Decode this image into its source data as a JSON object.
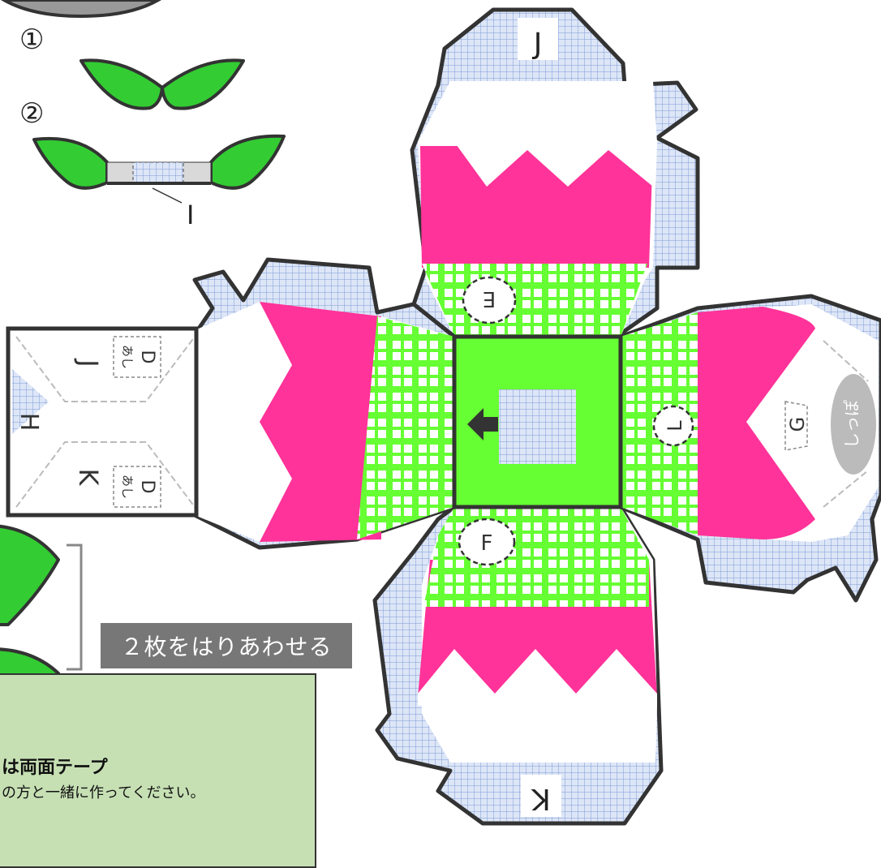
{
  "steps": {
    "step1": "①",
    "step2": "②"
  },
  "labels": {
    "tab_j": "J",
    "tab_k_bottom": "K",
    "glue_i": "I",
    "glue_h": "H",
    "glue_j_side": "J",
    "glue_k_side": "K",
    "leg_d1": "あし",
    "leg_d1_letter": "D",
    "leg_d2": "あし",
    "leg_d2_letter": "D",
    "circle_e": "E",
    "circle_f": "F",
    "circle_l": "L",
    "glue_g": "G",
    "tail": "しっぽ"
  },
  "banner_text": "２枚をはりあわせる",
  "note": {
    "title": "は両面テープ",
    "body": "の方と一緒に作ってください。"
  },
  "colors": {
    "body_green": "#66ff33",
    "leaf_green": "#33cc33",
    "petal_pink": "#ff3399",
    "glue_blue": "#dde6f7",
    "grid_line": "#7d9bd6",
    "outline": "#333333",
    "tail_gray": "#bbbbbb",
    "note_bg": "#c6e0b4",
    "banner_bg": "#777777"
  },
  "icons": [
    "arrow-left-icon"
  ]
}
